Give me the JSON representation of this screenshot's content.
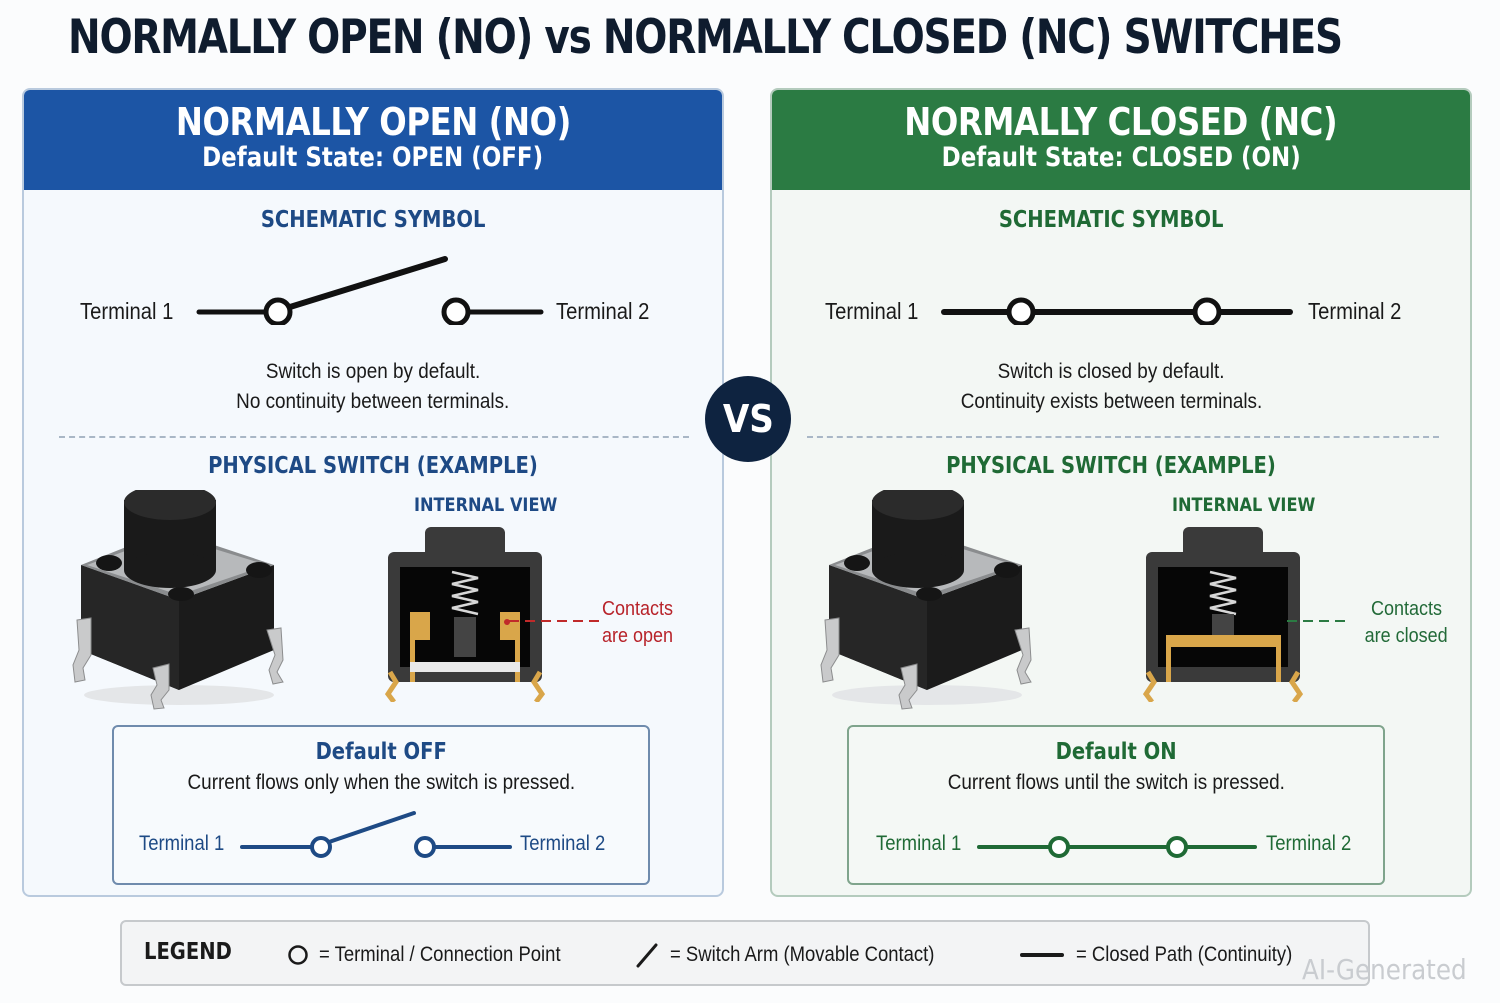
{
  "title": "NORMALLY OPEN (NO) vs NORMALLY CLOSED (NC) SWITCHES",
  "vs_label": "VS",
  "colors": {
    "no_primary": "#1c55a5",
    "nc_primary": "#2b7b43",
    "vs_badge": "#0e2340",
    "contacts_open_label": "#b8232a",
    "contact_gold": "#d9a64a"
  },
  "normally_open": {
    "heading": "NORMALLY OPEN (NO)",
    "subheading": "Default State: OPEN (OFF)",
    "schematic_title": "SCHEMATIC SYMBOL",
    "terminal_1": "Terminal 1",
    "terminal_2": "Terminal 2",
    "description_line1": "Switch is open by default.",
    "description_line2": "No continuity between terminals.",
    "physical_title": "PHYSICAL SWITCH (EXAMPLE)",
    "internal_view_title": "INTERNAL VIEW",
    "contacts_line1": "Contacts",
    "contacts_line2": "are open",
    "state_title": "Default OFF",
    "state_description": "Current flows only when the switch is pressed.",
    "state_terminal_1": "Terminal 1",
    "state_terminal_2": "Terminal 2"
  },
  "normally_closed": {
    "heading": "NORMALLY CLOSED (NC)",
    "subheading": "Default State: CLOSED (ON)",
    "schematic_title": "SCHEMATIC SYMBOL",
    "terminal_1": "Terminal 1",
    "terminal_2": "Terminal 2",
    "description_line1": "Switch is closed by default.",
    "description_line2": "Continuity exists between terminals.",
    "physical_title": "PHYSICAL SWITCH (EXAMPLE)",
    "internal_view_title": "INTERNAL VIEW",
    "contacts_line1": "Contacts",
    "contacts_line2": "are closed",
    "state_title": "Default ON",
    "state_description": "Current flows until the switch is pressed.",
    "state_terminal_1": "Terminal 1",
    "state_terminal_2": "Terminal 2"
  },
  "legend": {
    "title": "LEGEND",
    "items": [
      {
        "icon": "circle-terminal-icon",
        "label": "= Terminal / Connection Point"
      },
      {
        "icon": "slash-switch-arm-icon",
        "label": "= Switch Arm (Movable Contact)"
      },
      {
        "icon": "line-closed-path-icon",
        "label": "= Closed Path (Continuity)"
      }
    ]
  },
  "watermark": "AI-Generated"
}
